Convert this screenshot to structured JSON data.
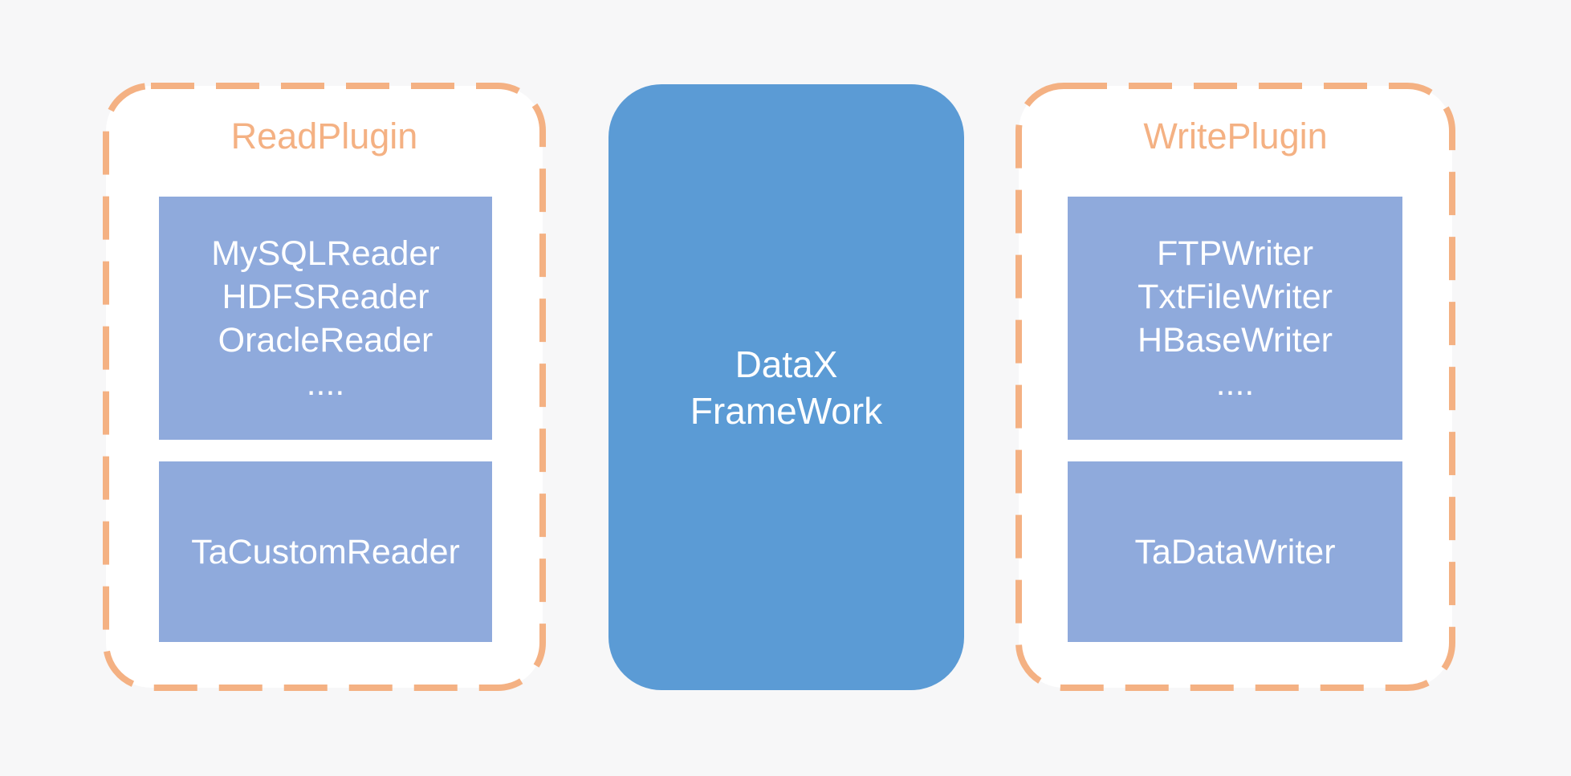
{
  "colors": {
    "page_bg": "#f7f7f8",
    "panel_fill": "#ffffff",
    "accent_orange": "#F4B183",
    "inner_box_blue": "#8FAADC",
    "framework_blue": "#5B9BD5",
    "box_text": "#ffffff"
  },
  "read_plugin": {
    "title": "ReadPlugin",
    "readers": [
      "MySQLReader",
      "HDFSReader",
      "OracleReader",
      "...."
    ],
    "custom_reader": "TaCustomReader"
  },
  "framework": {
    "line1": "DataX",
    "line2": "FrameWork"
  },
  "write_plugin": {
    "title": "WritePlugin",
    "writers": [
      "FTPWriter",
      "TxtFileWriter",
      "HBaseWriter",
      "...."
    ],
    "custom_writer": "TaDataWriter"
  }
}
